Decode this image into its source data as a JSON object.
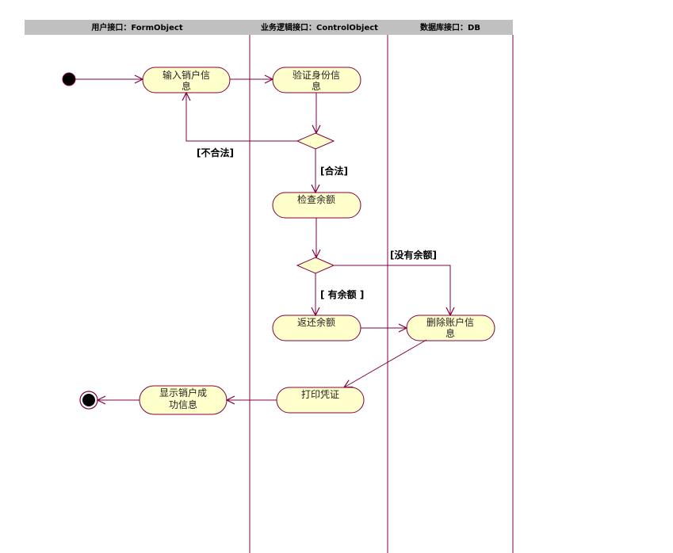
{
  "swimlanes": [
    {
      "id": "ui",
      "title": "用户接口：FormObject"
    },
    {
      "id": "logic",
      "title": "业务逻辑接口：ControlObject"
    },
    {
      "id": "db",
      "title": "数据库接口：DB"
    }
  ],
  "activities": {
    "input_info": [
      "输入销户信",
      "息"
    ],
    "verify_identity": [
      "验证身份信",
      "息"
    ],
    "check_balance": [
      "检查余额"
    ],
    "return_balance": [
      "返还余额"
    ],
    "delete_account": [
      "删除账户信",
      "息"
    ],
    "print_voucher": [
      "打印凭证"
    ],
    "show_success": [
      "显示销户成",
      "功信息"
    ]
  },
  "guards": {
    "invalid": "[不合法]",
    "valid": "[合法]",
    "no_balance": "[没有余额]",
    "has_balance": "[ 有余额 ]"
  },
  "colors": {
    "line": "#800040",
    "activity_fill": "#ffffcc",
    "header_fill": "#c0c0c0"
  }
}
